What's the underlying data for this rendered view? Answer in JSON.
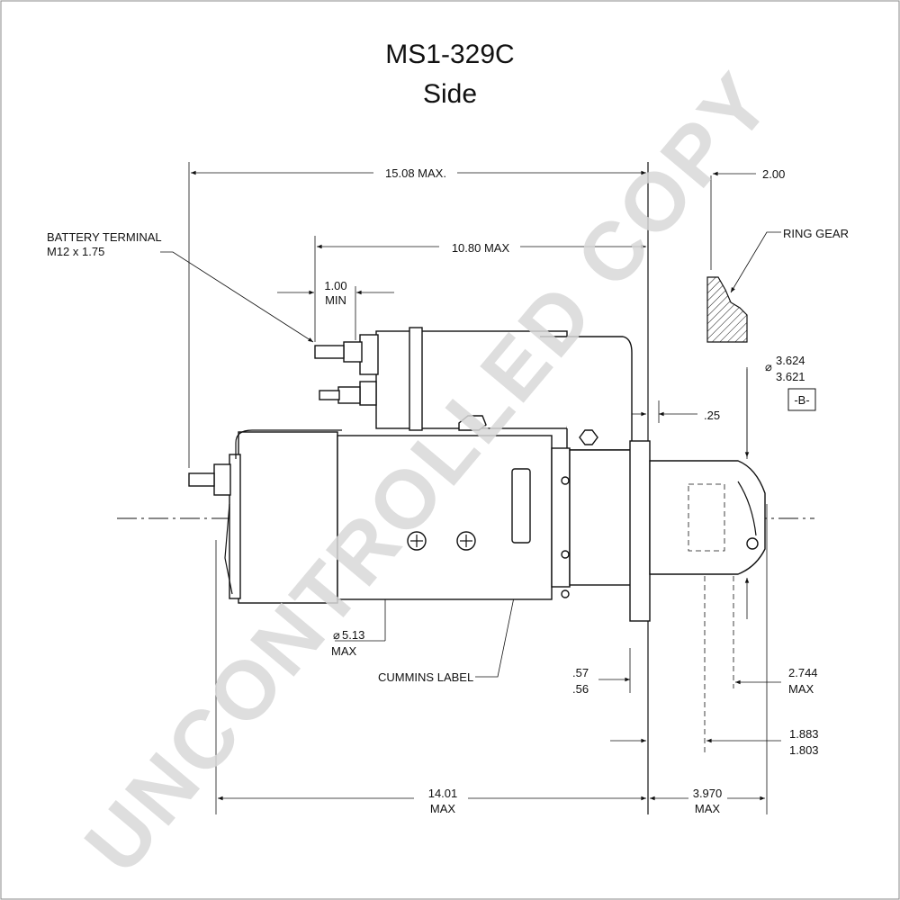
{
  "title": "MS1-329C",
  "subtitle": "Side",
  "labels": {
    "battery_terminal": "BATTERY TERMINAL",
    "battery_thread": "M12 x 1.75",
    "ring_gear": "RING GEAR",
    "cummins_label": "CUMMINS LABEL",
    "datum": "-B-"
  },
  "dimensions": {
    "overall_length": "15.08 MAX.",
    "solenoid_length": "10.80 MAX",
    "terminal_clearance": "1.00",
    "terminal_clearance_note": "MIN",
    "ring_gear_offset": "2.00",
    "pilot_dia_max": "3.624",
    "pilot_dia_min": "3.621",
    "flange_gap": ".25",
    "body_dia": "5.13",
    "body_dia_note": "MAX",
    "flange_thk_max": ".57",
    "flange_thk_min": ".56",
    "nose_2744": "2.744",
    "nose_2744_note": "MAX",
    "pinion_max": "1.883",
    "pinion_min": "1.803",
    "motor_length": "14.01",
    "motor_length_note": "MAX",
    "nose_length": "3.970",
    "nose_length_note": "MAX"
  },
  "watermark": "UNCONTROLLED COPY",
  "colors": {
    "ink": "#111111",
    "watermark": "#d8d8d8",
    "border": "#888888"
  }
}
